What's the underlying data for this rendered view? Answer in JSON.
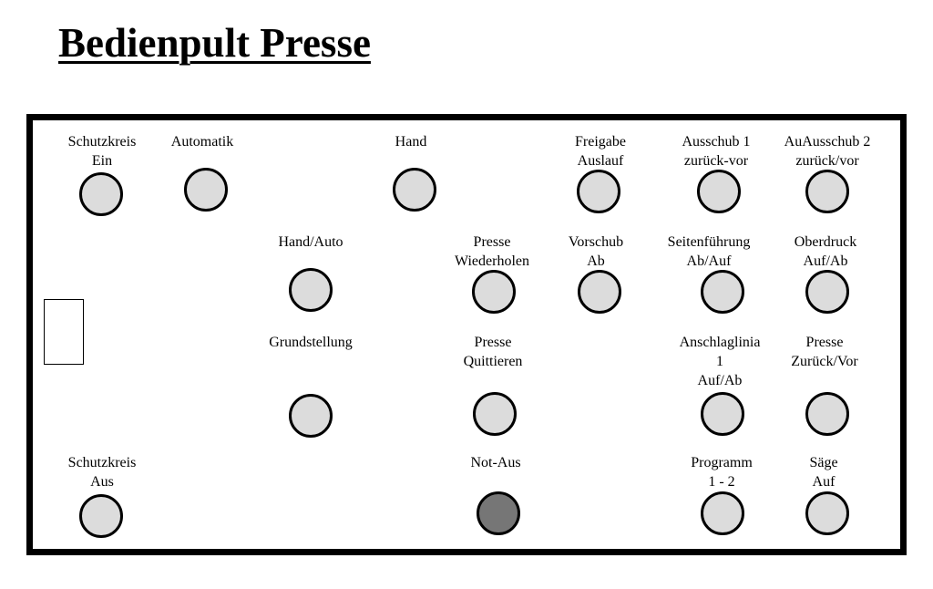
{
  "title": "Bedienpult Presse",
  "controls": {
    "schutzkreis_ein": {
      "label": "Schutzkreis\nEin"
    },
    "automatik": {
      "label": "Automatik"
    },
    "hand": {
      "label": "Hand"
    },
    "freigabe_auslauf": {
      "label": "Freigabe\nAuslauf"
    },
    "ausschub_1": {
      "label": "Ausschub 1\nzurück-vor"
    },
    "ausschub_2": {
      "label": "AuAusschub 2\nzurück/vor"
    },
    "hand_auto": {
      "label": "Hand/Auto"
    },
    "presse_wiederholen": {
      "label": "Presse\nWiederholen"
    },
    "vorschub_ab": {
      "label": "Vorschub\nAb"
    },
    "seitenfuehrung": {
      "label": "Seitenführung\nAb/Auf"
    },
    "oberdruck": {
      "label": "Oberdruck\nAuf/Ab"
    },
    "grundstellung": {
      "label": "Grundstellung"
    },
    "presse_quittieren": {
      "label": "Presse\nQuittieren"
    },
    "anschlaglinie": {
      "label": "Anschlaglinia\n1\nAuf/Ab"
    },
    "presse_zurueck_vor": {
      "label": "Presse\nZurück/Vor"
    },
    "schutzkreis_aus": {
      "label": "Schutzkreis\nAus"
    },
    "not_aus": {
      "label": "Not-Aus"
    },
    "programm": {
      "label": "Programm\n1 - 2"
    },
    "saege_auf": {
      "label": "Säge\nAuf"
    }
  },
  "colors": {
    "button_fill": "#dcdcdc",
    "emergency_fill": "#767676",
    "border": "#000000"
  }
}
